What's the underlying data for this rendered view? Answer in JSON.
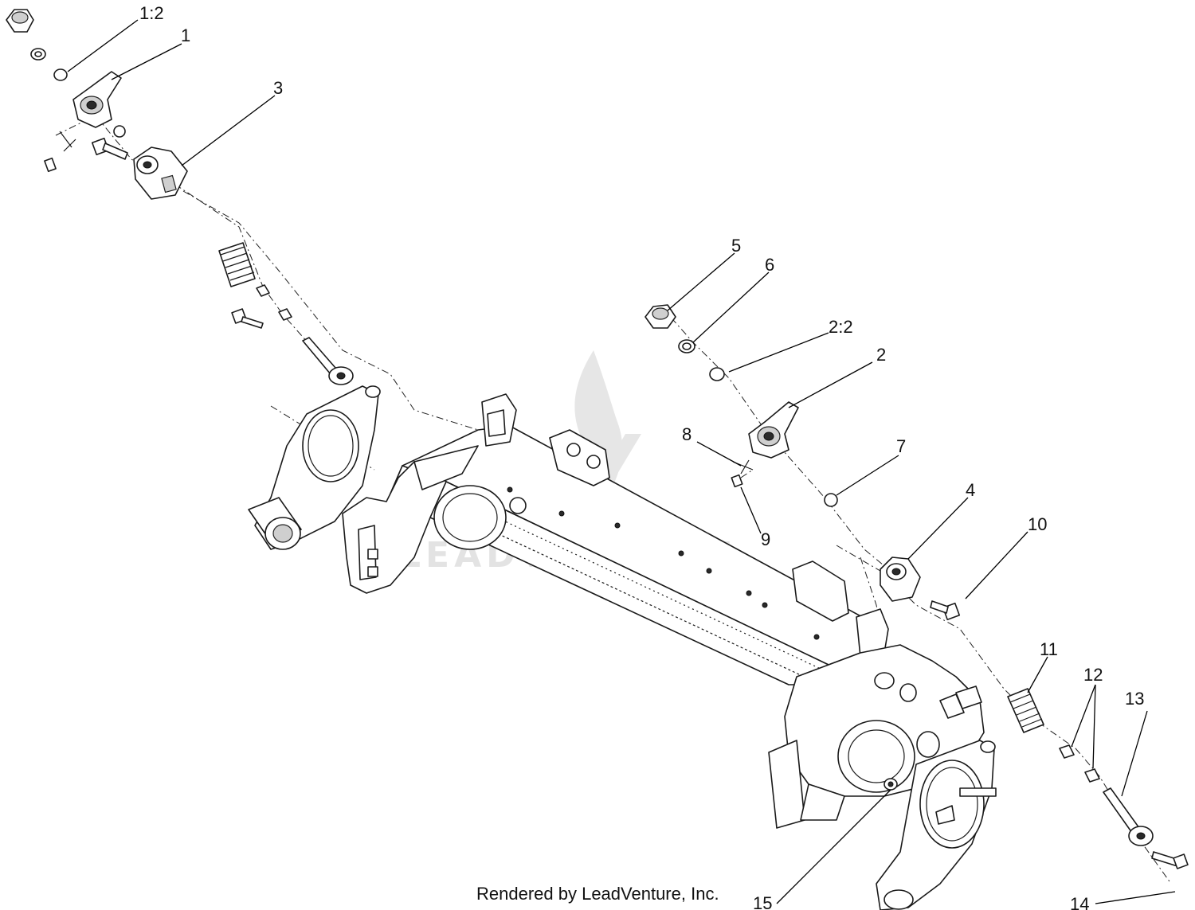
{
  "diagram": {
    "callouts": [
      {
        "id": "c-1-2",
        "label": "1:2"
      },
      {
        "id": "c-1",
        "label": "1"
      },
      {
        "id": "c-3",
        "label": "3"
      },
      {
        "id": "c-5",
        "label": "5"
      },
      {
        "id": "c-6",
        "label": "6"
      },
      {
        "id": "c-2-2",
        "label": "2:2"
      },
      {
        "id": "c-2",
        "label": "2"
      },
      {
        "id": "c-8",
        "label": "8"
      },
      {
        "id": "c-7",
        "label": "7"
      },
      {
        "id": "c-4",
        "label": "4"
      },
      {
        "id": "c-9",
        "label": "9"
      },
      {
        "id": "c-10",
        "label": "10"
      },
      {
        "id": "c-11",
        "label": "11"
      },
      {
        "id": "c-12",
        "label": "12"
      },
      {
        "id": "c-13",
        "label": "13"
      },
      {
        "id": "c-14",
        "label": "14"
      },
      {
        "id": "c-15",
        "label": "15"
      }
    ],
    "watermark_text": "LEADVENTURE",
    "footer_text": "Rendered by LeadVenture, Inc."
  }
}
